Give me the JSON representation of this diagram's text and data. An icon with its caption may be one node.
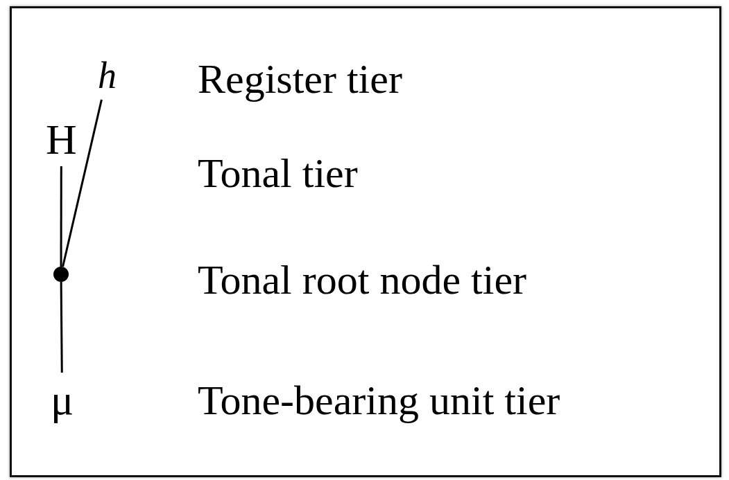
{
  "diagram": {
    "nodes": [
      {
        "text": [
          "h"
        ]
      },
      {
        "text": [
          "H"
        ]
      },
      {
        "text": [],
        "shape": "circle"
      },
      {
        "text": [
          "μ"
        ]
      }
    ],
    "edges": [
      {
        "from": 0,
        "to": 2,
        "arrow": "none"
      },
      {
        "from": 1,
        "to": 2,
        "arrow": "none"
      },
      {
        "from": 2,
        "to": 3,
        "arrow": "none"
      }
    ],
    "labels": [
      "Register tier",
      "Tonal tier",
      "Tonal root node tier",
      "Tone-bearing unit tier"
    ]
  }
}
